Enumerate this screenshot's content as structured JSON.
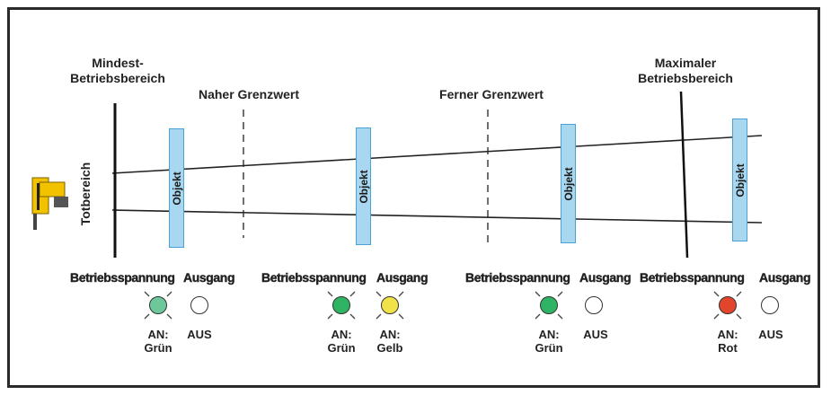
{
  "labels": {
    "min_range": "Mindest-\nBetriebsbereich",
    "near_limit": "Naher Grenzwert",
    "far_limit": "Ferner Grenzwert",
    "max_range": "Maximaler\nBetriebsbereich",
    "dead_zone": "Totbereich"
  },
  "objects": [
    "Objekt",
    "Objekt",
    "Objekt",
    "Objekt"
  ],
  "groups": [
    {
      "power_label": "Betriebsspannung",
      "output_label": "Ausgang",
      "power_state": "AN:\nGrün",
      "output_state": "AUS",
      "power_color": "#6cc79a",
      "output_color": "#ffffff"
    },
    {
      "power_label": "Betriebsspannung",
      "output_label": "Ausgang",
      "power_state": "AN:\nGrün",
      "output_state": "AN:\nGelb",
      "power_color": "#2fb463",
      "output_color": "#f2e24a"
    },
    {
      "power_label": "Betriebsspannung",
      "output_label": "Ausgang",
      "power_state": "AN:\nGrün",
      "output_state": "AUS",
      "power_color": "#2fb463",
      "output_color": "#ffffff"
    },
    {
      "power_label": "Betriebsspannung",
      "output_label": "Ausgang",
      "power_state": "AN:\nRot",
      "output_state": "AUS",
      "power_color": "#e2452c",
      "output_color": "#ffffff"
    }
  ],
  "colors": {
    "object_fill": "#a9d7ef",
    "object_border": "#4aa3d6",
    "sensor": "#f2c200"
  }
}
